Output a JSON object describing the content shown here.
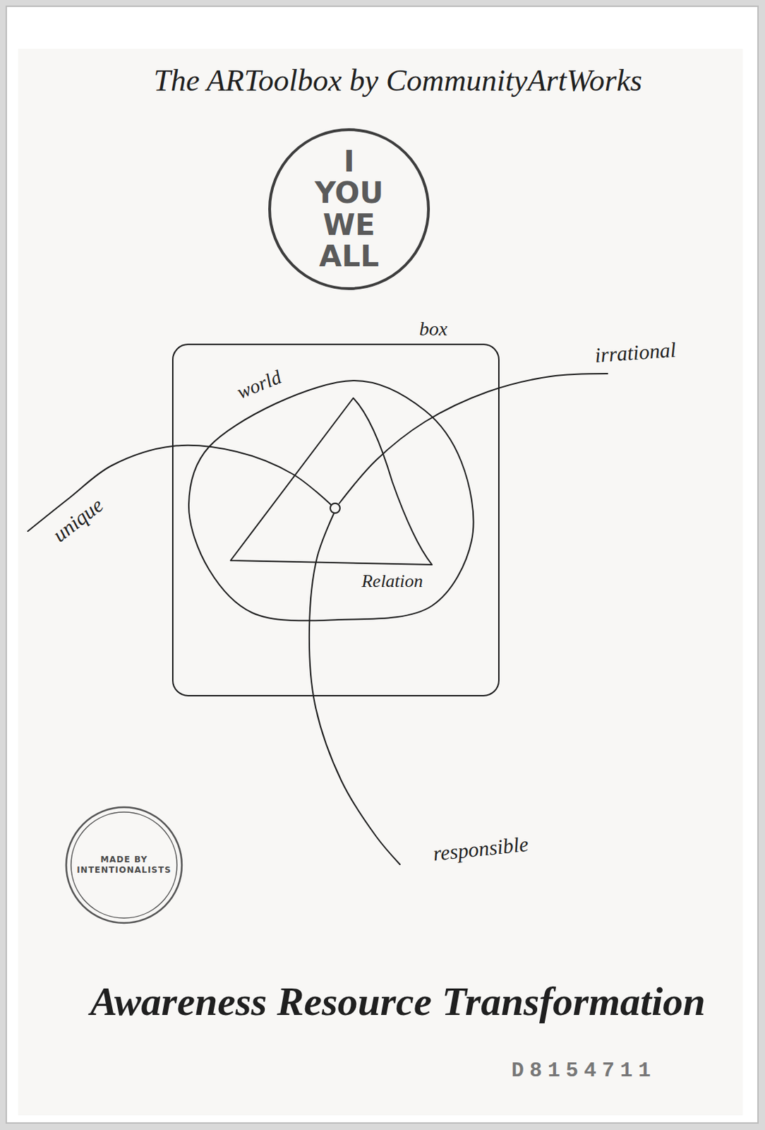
{
  "diagram": {
    "title": "The ARToolbox by CommunityArtWorks",
    "caption": "Awareness Resource Transformation",
    "nodes": [
      {
        "text": [
          "I YOU WE ALL"
        ]
      },
      {
        "text": [
          "box"
        ]
      },
      {
        "text": [
          "world"
        ],
        "in": 1
      },
      {
        "text": [
          "Relation"
        ],
        "in": 2
      },
      {
        "text": [
          "MADE BY INTENTIONALISTS"
        ]
      }
    ],
    "labels": [
      "unique",
      "irrational",
      "responsible",
      "D8154711"
    ]
  }
}
